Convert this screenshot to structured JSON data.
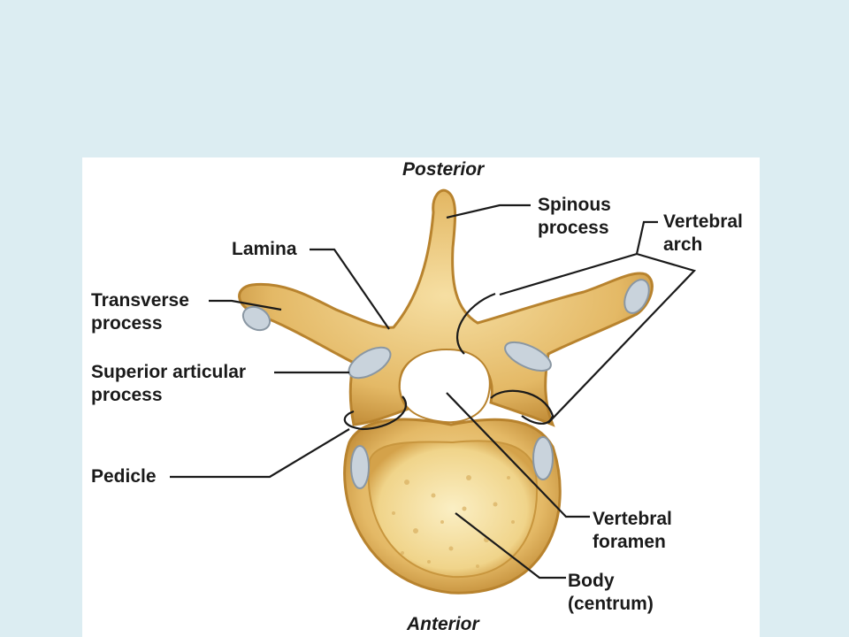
{
  "diagram": {
    "orientation": {
      "top": "Posterior",
      "bottom": "Anterior"
    },
    "labels": {
      "spinous_process": "Spinous\nprocess",
      "vertebral_arch": "Vertebral\narch",
      "lamina": "Lamina",
      "transverse_process": "Transverse\nprocess",
      "superior_articular_process": "Superior articular\nprocess",
      "pedicle": "Pedicle",
      "vertebral_foramen": "Vertebral\nforamen",
      "body": "Body\n(centrum)"
    },
    "colors": {
      "background": "#dcedf2",
      "panel": "#ffffff",
      "bone": "#e8c27a",
      "bone_dark": "#c8963e",
      "cartilage": "#c9d3dc",
      "leader": "#1a1a1a"
    }
  }
}
